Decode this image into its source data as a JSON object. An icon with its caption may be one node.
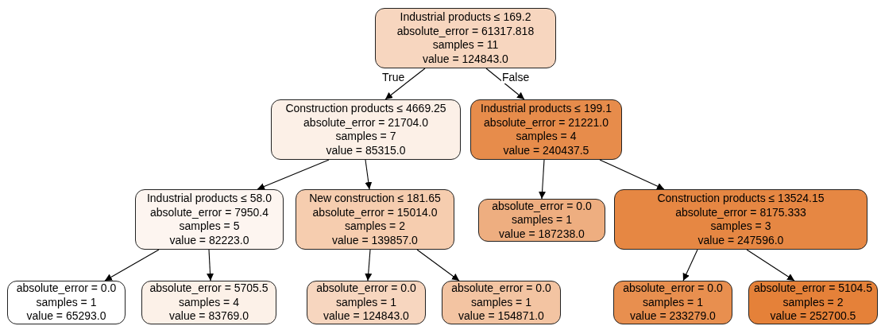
{
  "diagram": {
    "nodes": [
      {
        "text": [
          "Industrial products ≤ 169.2",
          "absolute_error = 61317.818",
          "samples = 11",
          "value = 124843.0"
        ]
      },
      {
        "text": [
          "Construction products ≤ 4669.25",
          "absolute_error = 21704.0",
          "samples = 7",
          "value = 85315.0"
        ]
      },
      {
        "text": [
          "Industrial products ≤ 199.1",
          "absolute_error = 21221.0",
          "samples = 4",
          "value = 240437.5"
        ]
      },
      {
        "text": [
          "Industrial products ≤ 58.0",
          "absolute_error = 7950.4",
          "samples = 5",
          "value = 82223.0"
        ]
      },
      {
        "text": [
          "New construction ≤ 181.65",
          "absolute_error = 15014.0",
          "samples = 2",
          "value = 139857.0"
        ]
      },
      {
        "text": [
          "absolute_error = 0.0",
          "samples = 1",
          "value = 187238.0"
        ]
      },
      {
        "text": [
          "Construction products ≤ 13524.15",
          "absolute_error = 8175.333",
          "samples = 3",
          "value = 247596.0"
        ]
      },
      {
        "text": [
          "absolute_error = 0.0",
          "samples = 1",
          "value = 65293.0"
        ]
      },
      {
        "text": [
          "absolute_error = 5705.5",
          "samples = 4",
          "value = 83769.0"
        ]
      },
      {
        "text": [
          "absolute_error = 0.0",
          "samples = 1",
          "value = 124843.0"
        ]
      },
      {
        "text": [
          "absolute_error = 0.0",
          "samples = 1",
          "value = 154871.0"
        ]
      },
      {
        "text": [
          "absolute_error = 0.0",
          "samples = 1",
          "value = 233279.0"
        ]
      },
      {
        "text": [
          "absolute_error = 5104.5",
          "samples = 2",
          "value = 252700.5"
        ]
      }
    ],
    "edges": [
      {
        "from": 0,
        "to": 1,
        "arrow": "to",
        "label": "True"
      },
      {
        "from": 0,
        "to": 2,
        "arrow": "to",
        "label": "False"
      },
      {
        "from": 1,
        "to": 3,
        "arrow": "to"
      },
      {
        "from": 1,
        "to": 4,
        "arrow": "to"
      },
      {
        "from": 2,
        "to": 5,
        "arrow": "to"
      },
      {
        "from": 2,
        "to": 6,
        "arrow": "to"
      },
      {
        "from": 3,
        "to": 7,
        "arrow": "to"
      },
      {
        "from": 3,
        "to": 8,
        "arrow": "to"
      },
      {
        "from": 4,
        "to": 9,
        "arrow": "to"
      },
      {
        "from": 4,
        "to": 10,
        "arrow": "to"
      },
      {
        "from": 6,
        "to": 11,
        "arrow": "to"
      },
      {
        "from": 6,
        "to": 12,
        "arrow": "to"
      }
    ]
  }
}
